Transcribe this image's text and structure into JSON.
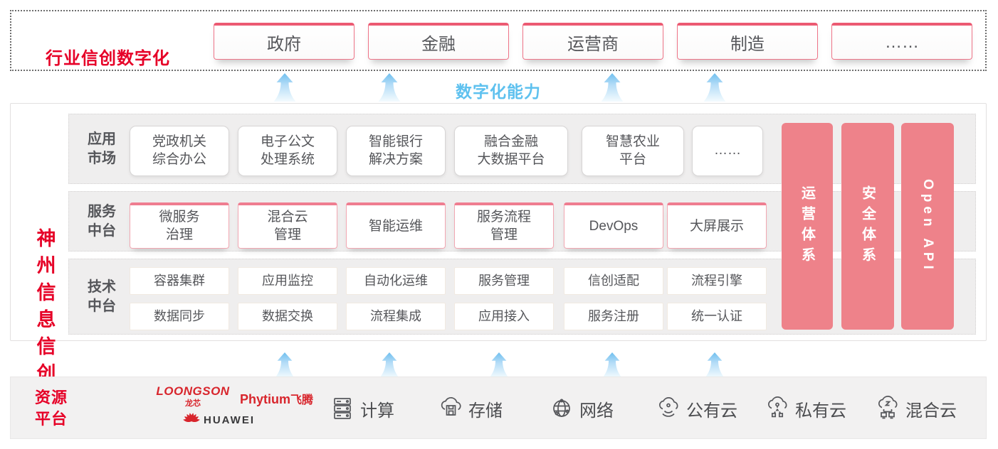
{
  "top_banner": {
    "title": "行业信创数字化",
    "industries": [
      "政府",
      "金融",
      "运营商",
      "制造",
      "……"
    ]
  },
  "capability_label": "数字化能力",
  "platform": {
    "title": "神州信息信创云",
    "app_row": {
      "label": "应用\n市场",
      "cards": [
        "党政机关\n综合办公",
        "电子公文\n处理系统",
        "智能银行\n解决方案",
        "融合金融\n大数据平台",
        "智慧农业\n平台",
        "……"
      ]
    },
    "service_row": {
      "label": "服务\n中台",
      "cards": [
        "微服务\n治理",
        "混合云\n管理",
        "智能运维",
        "服务流程\n管理",
        "DevOps",
        "大屏展示"
      ]
    },
    "tech_row": {
      "label": "技术\n中台",
      "cards_top": [
        "容器集群",
        "应用监控",
        "自动化运维",
        "服务管理",
        "信创适配",
        "流程引擎"
      ],
      "cards_bottom": [
        "数据同步",
        "数据交换",
        "流程集成",
        "应用接入",
        "服务注册",
        "统一认证"
      ]
    },
    "side_bars": [
      "运营体系",
      "安全体系",
      "Open API"
    ]
  },
  "resources": {
    "label": "资源\n平台",
    "vendors": {
      "loongson": "LOONGSON",
      "loongson_sub": "龙芯",
      "phytium": "Phytium",
      "phytium_sub": "飞腾",
      "huawei": "HUAWEI"
    },
    "items": [
      {
        "icon": "compute-server-icon",
        "label": "计算"
      },
      {
        "icon": "storage-cloud-icon",
        "label": "存储"
      },
      {
        "icon": "network-globe-icon",
        "label": "网络"
      },
      {
        "icon": "public-cloud-icon",
        "label": "公有云"
      },
      {
        "icon": "private-cloud-icon",
        "label": "私有云"
      },
      {
        "icon": "hybrid-cloud-icon",
        "label": "混合云"
      }
    ]
  },
  "colors": {
    "brand_red": "#e60027",
    "bar_pink": "#ee828a",
    "capability_blue": "#5ec1ef",
    "text_gray": "#55565a"
  }
}
